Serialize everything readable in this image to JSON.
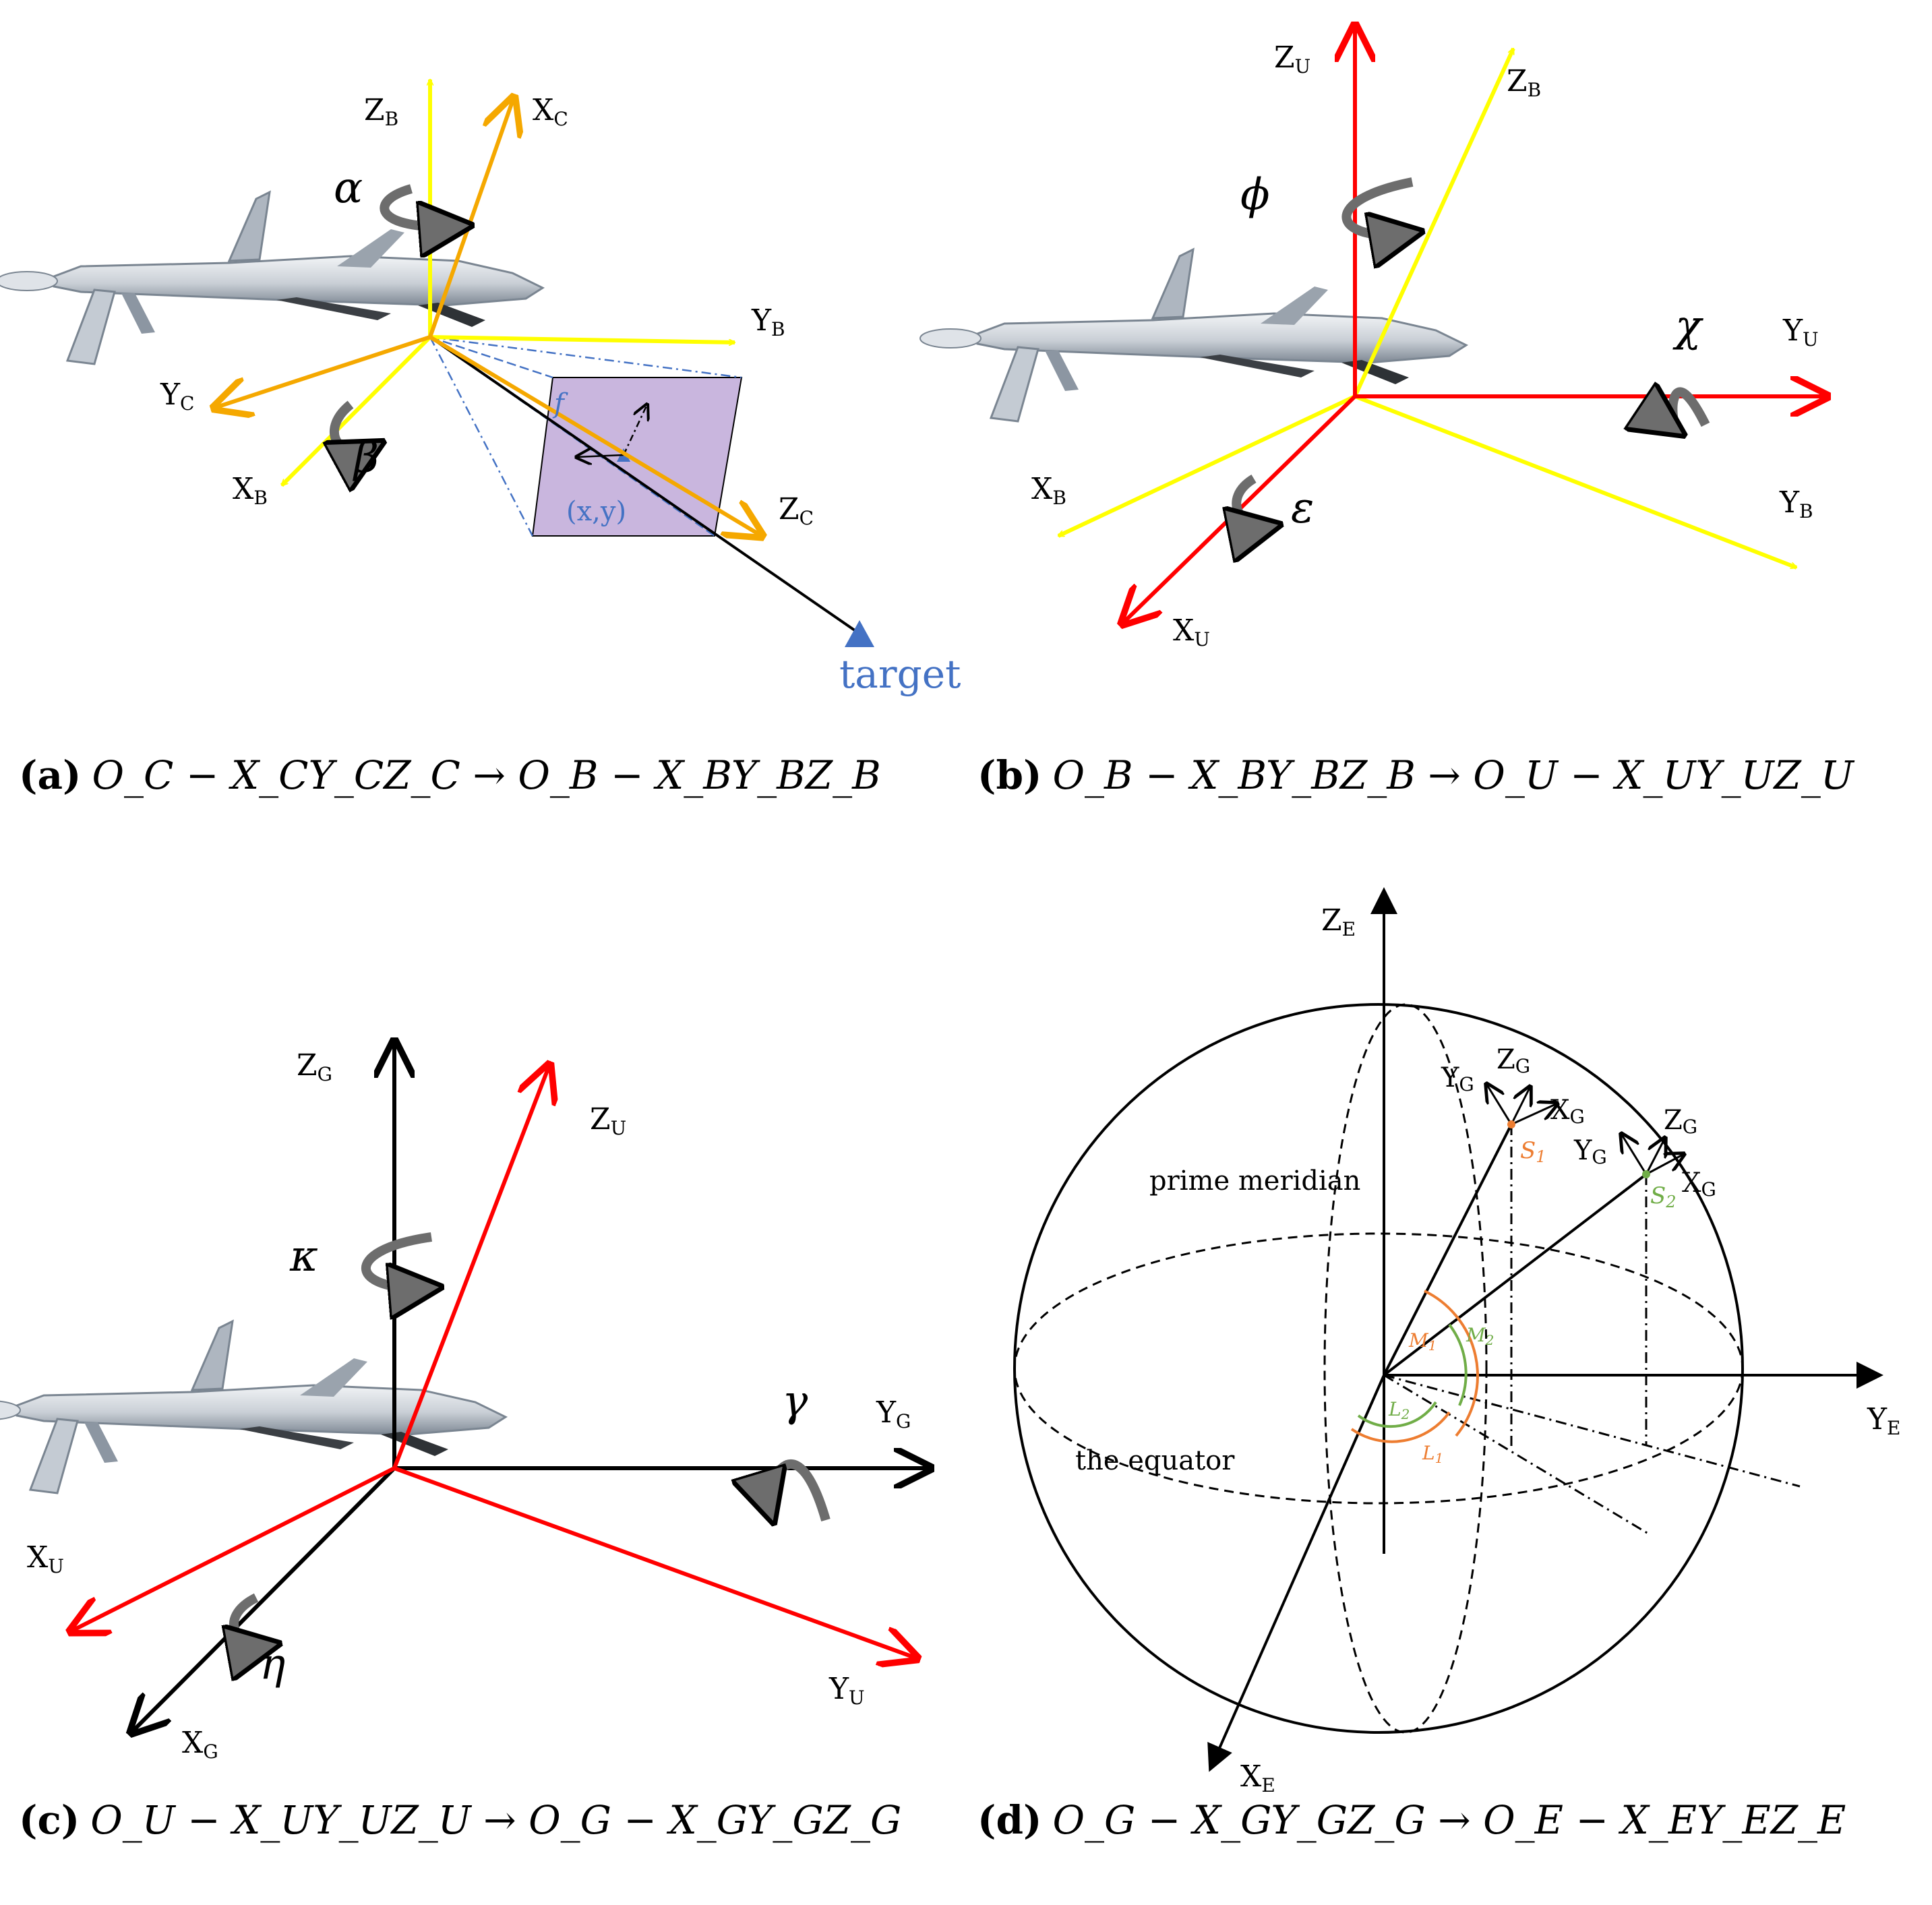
{
  "colors": {
    "yellow": "#ffff00",
    "orange": "#f5a800",
    "red": "#ff0000",
    "black": "#000000",
    "blue": "#4472c4",
    "image_plane": "#c9b6de",
    "rotation_arrow": "#6d6d6d",
    "s1": "#ed7d31",
    "s2": "#70ad47"
  },
  "panel_a": {
    "axis_labels": [
      {
        "base": "Z",
        "sub": "B"
      },
      {
        "base": "X",
        "sub": "C"
      },
      {
        "base": "Y",
        "sub": "B"
      },
      {
        "base": "Y",
        "sub": "C"
      },
      {
        "base": "X",
        "sub": "B"
      },
      {
        "base": "Z",
        "sub": "C"
      }
    ],
    "angles": [
      "α",
      "β"
    ],
    "focal_label": "f",
    "point_label": "(x,y)",
    "target_label": "target",
    "caption": {
      "tag": "(a)",
      "formula": "O_C − X_CY_CZ_C → O_B − X_BY_BZ_B"
    }
  },
  "panel_b": {
    "axis_labels": [
      {
        "base": "Z",
        "sub": "U"
      },
      {
        "base": "Z",
        "sub": "B"
      },
      {
        "base": "Y",
        "sub": "U"
      },
      {
        "base": "X",
        "sub": "B"
      },
      {
        "base": "Y",
        "sub": "B"
      },
      {
        "base": "X",
        "sub": "U"
      }
    ],
    "angles": [
      "ϕ",
      "χ",
      "ε"
    ],
    "caption": {
      "tag": "(b)",
      "formula": "O_B − X_BY_BZ_B → O_U − X_UY_UZ_U"
    }
  },
  "panel_c": {
    "axis_labels": [
      {
        "base": "Z",
        "sub": "G"
      },
      {
        "base": "Z",
        "sub": "U"
      },
      {
        "base": "Y",
        "sub": "G"
      },
      {
        "base": "X",
        "sub": "U"
      },
      {
        "base": "Y",
        "sub": "U"
      },
      {
        "base": "X",
        "sub": "G"
      }
    ],
    "angles": [
      "κ",
      "γ",
      "η"
    ],
    "caption": {
      "tag": "(c)",
      "formula": "O_U − X_UY_UZ_U → O_G − X_GY_GZ_G"
    }
  },
  "panel_d": {
    "axis_labels": [
      {
        "base": "Z",
        "sub": "E"
      },
      {
        "base": "Y",
        "sub": "E"
      },
      {
        "base": "X",
        "sub": "E"
      }
    ],
    "frame1_labels": [
      {
        "base": "Z",
        "sub": "G"
      },
      {
        "base": "Y",
        "sub": "G"
      },
      {
        "base": "X",
        "sub": "G"
      }
    ],
    "frame2_labels": [
      {
        "base": "Z",
        "sub": "G"
      },
      {
        "base": "Y",
        "sub": "G"
      },
      {
        "base": "X",
        "sub": "G"
      }
    ],
    "s1": {
      "base": "S",
      "sub": "1"
    },
    "s2": {
      "base": "S",
      "sub": "2"
    },
    "m1": {
      "base": "M",
      "sub": "1"
    },
    "m2": {
      "base": "M",
      "sub": "2"
    },
    "l1": {
      "base": "L",
      "sub": "1"
    },
    "l2": {
      "base": "L",
      "sub": "2"
    },
    "prime_meridian": "prime meridian",
    "equator": "the equator",
    "caption": {
      "tag": "(d)",
      "formula": "O_G − X_GY_GZ_G → O_E − X_EY_EZ_E"
    }
  }
}
